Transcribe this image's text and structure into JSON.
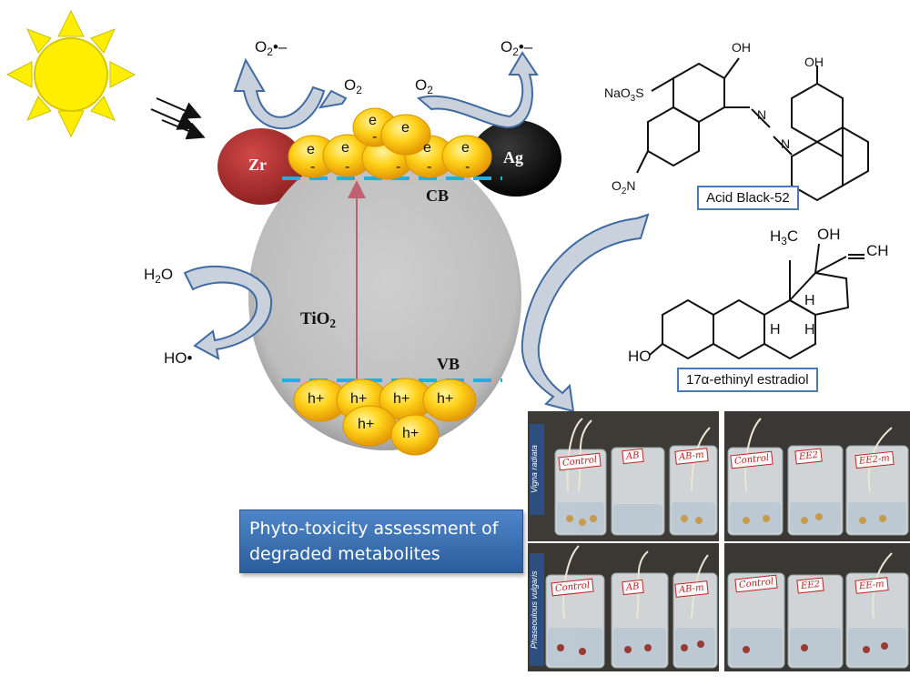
{
  "labels": {
    "zr": "Zr",
    "ag": "Ag",
    "cb": "CB",
    "vb": "VB",
    "tio2": "TiO",
    "tio2_sub": "2",
    "o2": "O",
    "o2_sub": "2",
    "superoxide": "O",
    "superoxide_sub": "2",
    "superoxide_mark": "•–",
    "h2o": "H",
    "h2o_sub": "2",
    "h2o_tail": "O",
    "ho_radical": "HO•",
    "electron": "e",
    "electron_minus": "-",
    "hole": "h+"
  },
  "acid_black": {
    "name": "Acid Black-52",
    "oh1": "OH",
    "oh2": "OH",
    "naso3s": "NaO",
    "naso3s_sub": "3",
    "naso3s_tail": "S",
    "no2": "O",
    "no2_sub": "2",
    "no2_tail": "N",
    "n1": "N",
    "n2": "N"
  },
  "estradiol": {
    "name": "17α-ethinyl estradiol",
    "h3c": "H",
    "h3c_sub": "3",
    "h3c_tail": "C",
    "oh": "OH",
    "ch": "CH",
    "ho": "HO",
    "h_a": "H",
    "h_b": "H",
    "h_c": "H"
  },
  "banner": {
    "text_line1": "Phyto-toxicity assessment of",
    "text_line2": "degraded metabolites"
  },
  "photos": {
    "row1_label": "Vigna radiata",
    "row2_label": "Phaseoulous vulgaris",
    "panel1_tags": [
      "Control",
      "AB",
      "AB-m"
    ],
    "panel2_tags": [
      "Control",
      "EE2",
      "EE2-m"
    ],
    "panel3_tags": [
      "Control",
      "AB",
      "AB-m"
    ],
    "panel4_tags": [
      "Control",
      "EE2",
      "EE-m"
    ]
  },
  "colors": {
    "zr": "#b42c2c",
    "ag": "#111111",
    "tio2_body": "#c4c4c4",
    "charge_ball": "#f3b800",
    "band_line": "#1ab0e8",
    "arrow_fill": "#c9d2dc",
    "arrow_stroke": "#3f6aa2",
    "excitation": "#c06070",
    "sun": "#ffee00",
    "banner": "#3a70b4"
  },
  "icons": {
    "sun": "sun-icon",
    "light": "light-rays-icon"
  }
}
